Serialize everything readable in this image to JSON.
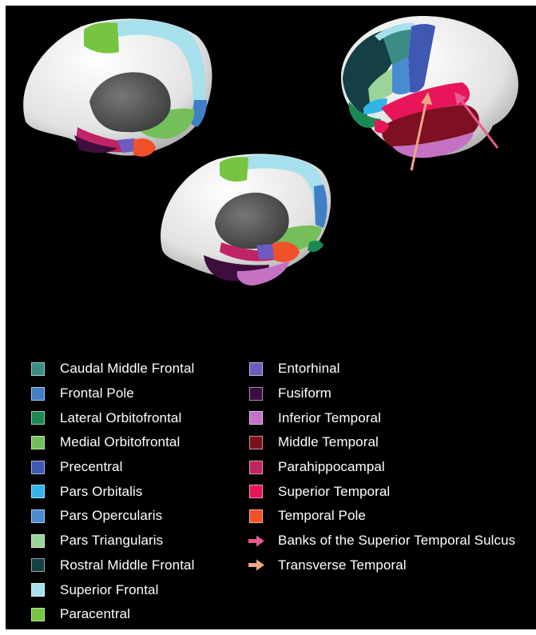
{
  "legend": {
    "left": [
      {
        "label": "Caudal Middle Frontal",
        "color": "#3c8c86"
      },
      {
        "label": "Frontal Pole",
        "color": "#3f7fc6"
      },
      {
        "label": "Lateral Orbitofrontal",
        "color": "#1b8a52"
      },
      {
        "label": "Medial Orbitofrontal",
        "color": "#74bf5a"
      },
      {
        "label": "Precentral",
        "color": "#3f58b2"
      },
      {
        "label": "Pars Orbitalis",
        "color": "#33b4e8"
      },
      {
        "label": "Pars Opercularis",
        "color": "#4a8ad0"
      },
      {
        "label": "Pars Triangularis",
        "color": "#9ad49a"
      },
      {
        "label": "Rostral Middle Frontal",
        "color": "#143f44"
      },
      {
        "label": "Superior Frontal",
        "color": "#a6e0ec"
      },
      {
        "label": "Paracentral",
        "color": "#76c440"
      }
    ],
    "right": [
      {
        "label": "Entorhinal",
        "color": "#6e5bbf",
        "kind": "swatch"
      },
      {
        "label": "Fusiform",
        "color": "#3d0d3e",
        "kind": "swatch"
      },
      {
        "label": "Inferior Temporal",
        "color": "#c571c4",
        "kind": "swatch"
      },
      {
        "label": "Middle Temporal",
        "color": "#7e1022",
        "kind": "swatch"
      },
      {
        "label": "Parahippocampal",
        "color": "#c02366",
        "kind": "swatch"
      },
      {
        "label": "Superior Temporal",
        "color": "#e8155a",
        "kind": "swatch"
      },
      {
        "label": "Temporal Pole",
        "color": "#f0502a",
        "kind": "swatch"
      },
      {
        "label": "Banks of the Superior Temporal Sulcus",
        "color": "#e85a92",
        "kind": "arrow"
      },
      {
        "label": "Transverse Temporal",
        "color": "#efa788",
        "kind": "arrow"
      }
    ]
  },
  "colors": {
    "background": "#000000",
    "cortex": "#e8e8e8",
    "medial_wall": "#5a5a5a"
  }
}
